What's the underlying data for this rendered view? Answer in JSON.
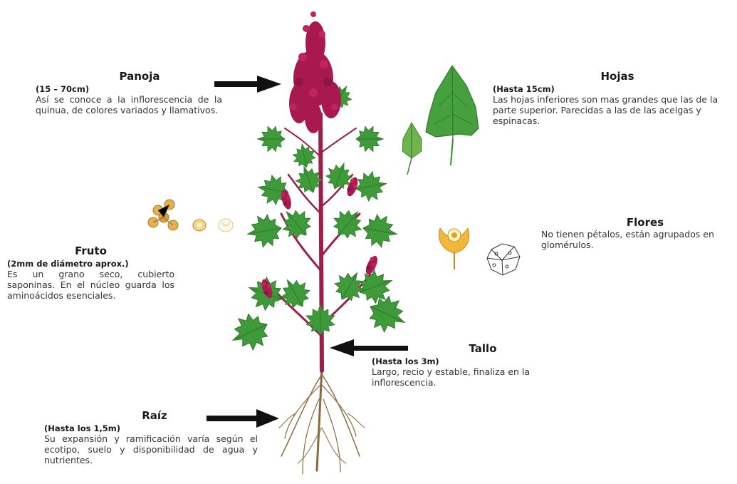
{
  "labels": {
    "panoja": {
      "title": "Panoja",
      "size": "(15 – 70cm)",
      "text": "Así se conoce a la inflorescencia de la quinua, de colores variados y llamativos."
    },
    "hojas": {
      "title": "Hojas",
      "size": "(Hasta 15cm)",
      "text": "Las hojas inferiores son mas grandes que las de la parte superior. Parecidas a las de las acelgas y espinacas."
    },
    "flores": {
      "title": "Flores",
      "text": "No tienen pétalos, están agrupados en glomérulos."
    },
    "fruto": {
      "title": "Fruto",
      "size": "(2mm de diámetro aprox.)",
      "text": "Es un grano seco, cubierto saponinas. En el núcleo guarda los aminoácidos esenciales."
    },
    "tallo": {
      "title": "Tallo",
      "size": "(Hasta los 3m)",
      "text": "Largo, recio y estable, finaliza en la inflorescencia."
    },
    "raiz": {
      "title": "Raíz",
      "size": "(Hasta los 1,5m)",
      "text": "Su expansión y ramificación varía según el ecotipo, suelo y disponibilidad de agua y nutrientes."
    }
  },
  "colors": {
    "leaf": "#3f9a3a",
    "leaf_dark": "#2f7a2d",
    "inflorescence": "#a8194f",
    "stem": "#9b1f4a",
    "root": "#8a6a3c",
    "arrow": "#111111"
  }
}
